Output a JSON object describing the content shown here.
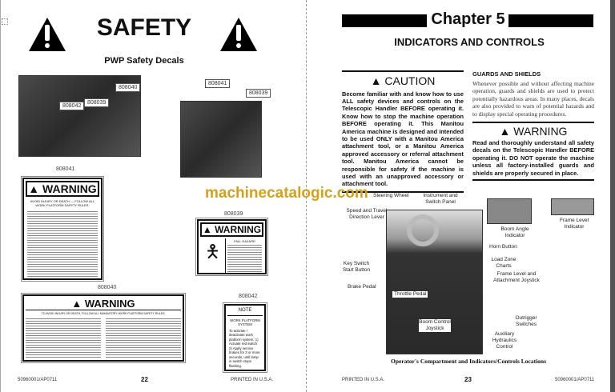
{
  "left_page": {
    "title": "SAFETY",
    "subtitle": "PWP Safety Decals",
    "photo1_tags": [
      "808040",
      "808042",
      "808039"
    ],
    "photo2_tags": [
      "808041",
      "808039"
    ],
    "decals": [
      {
        "id": "808041",
        "heading": "WARNING",
        "intro": "AVOID INJURY OR DEATH — FOLLOW ALL WORK PLATFORM SAFETY RULES:"
      },
      {
        "id": "808039",
        "heading": "WARNING",
        "intro": "FALL HAZARD"
      },
      {
        "id": "808040",
        "heading": "WARNING",
        "intro": "TO AVOID INJURY OR DEATH, FOLLOW ALL MANDATORY WORK PLATFORM SAFETY RULES:"
      },
      {
        "id": "808042",
        "heading": "NOTE",
        "intro": "WORK PLATFORM SYSTEM",
        "text": "To activate / deactivate work platform system: 1) Actuate red switch 2) Apply service brakes for 3 or more seconds, until lamp in switch stops flashing."
      }
    ],
    "footer": {
      "code": "50960001/AP0711",
      "page": "22",
      "printed": "PRINTED IN U.S.A."
    }
  },
  "watermark": "machinecatalogic.com",
  "right_page": {
    "chapter": "Chapter 5",
    "title": "INDICATORS AND CONTROLS",
    "caution": {
      "heading": "CAUTION",
      "text": "Become familiar with and know how to use ALL safety devices and controls on the Telescopic Handler BEFORE operating it. Know how to stop the machine operation BEFORE operating it. This Manitou America machine is designed and intended to be used ONLY with a Manitou America attachment tool, or a Manitou America approved accessory or referral attachment tool. Manitou America cannot be responsible for safety if the machine is used with an unapproved accessory or attachment tool."
    },
    "guards": {
      "heading": "GUARDS AND SHIELDS",
      "text": "Whenever possible and without affecting machine operation, guards and shields are used to protect potentially hazardous areas. In many places, decals are also provided to warn of potential hazards and to display special operating procedures."
    },
    "warning": {
      "heading": "WARNING",
      "text": "Read and thoroughly understand all safety decals on the Telescopic Handler BEFORE operating it. DO NOT operate the machine unless all factory-installed guards and shields are properly secured in place."
    },
    "labels": {
      "steering": "Steering Wheel",
      "instrument": "Instrument and Switch Panel",
      "speed": "Speed and Travel Direction Lever",
      "boom_angle": "Boom Angle Indicator",
      "frame_level": "Frame Level Indicator",
      "horn": "Horn Button",
      "load_zone": "Load Zone Charts",
      "key_switch": "Key Switch Start Button",
      "frame_joystick": "Frame Level and Attachment Joystick",
      "brake": "Brake Pedal",
      "throttle": "Throttle Pedal",
      "boom_joystick": "Boom Control Joystick",
      "outrigger": "Outrigger Switches",
      "auxiliary": "Auxiliary Hydraulics Control"
    },
    "caption": "Operator's Compartment and Indicators/Controls Locations",
    "footer": {
      "printed": "PRINTED IN U.S.A.",
      "page": "23",
      "code": "50960001/AP0711"
    }
  }
}
